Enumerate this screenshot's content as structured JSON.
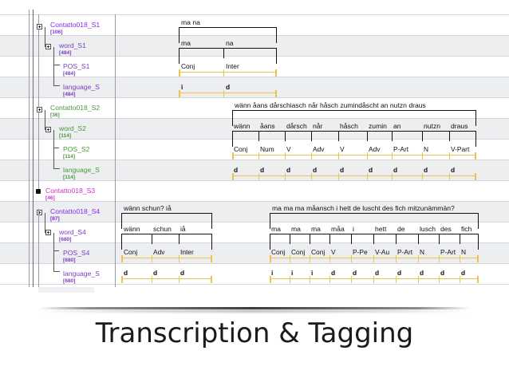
{
  "slide": {
    "caption": "Transcription & Tagging"
  },
  "elan": {
    "tiers": [
      {
        "name": "Contatto018_S1",
        "count": "[106]",
        "color": "purple",
        "depth": 0
      },
      {
        "name": "word_S1",
        "count": "[484]",
        "color": "purple",
        "depth": 1
      },
      {
        "name": "POS_S1",
        "count": "[484]",
        "color": "purple",
        "depth": 2
      },
      {
        "name": "language_S",
        "count": "[484]",
        "color": "purple",
        "depth": 2
      },
      {
        "name": "Contatto018_S2",
        "count": "[36]",
        "color": "green",
        "depth": 0
      },
      {
        "name": "word_S2",
        "count": "[114]",
        "color": "green",
        "depth": 1
      },
      {
        "name": "POS_S2",
        "count": "[114]",
        "color": "green",
        "depth": 2
      },
      {
        "name": "language_S",
        "count": "[114]",
        "color": "green",
        "depth": 2
      },
      {
        "name": "Contatto018_S3",
        "count": "[46]",
        "color": "magenta",
        "depth": 0
      },
      {
        "name": "Contatto018_S4",
        "count": "[87]",
        "color": "purple",
        "depth": 0
      },
      {
        "name": "word_S4",
        "count": "[680]",
        "color": "purple",
        "depth": 1
      },
      {
        "name": "POS_S4",
        "count": "[680]",
        "color": "purple",
        "depth": 2
      },
      {
        "name": "language_S",
        "count": "[680]",
        "color": "purple",
        "depth": 2
      }
    ],
    "annotations": {
      "s1": {
        "sentence": "ma na",
        "words": [
          "ma",
          "na"
        ],
        "pos": [
          "Conj",
          "Inter"
        ],
        "language": [
          "i",
          "d"
        ]
      },
      "s2": {
        "sentence": "wänn åans dårschiasch når håsch zumindåscht an nutzn draus",
        "words": [
          "wänn",
          "åans",
          "dårsch",
          "når",
          "håsch",
          "zumin",
          "an",
          "nutzn",
          "draus"
        ],
        "pos": [
          "Conj",
          "Num",
          "V",
          "Adv",
          "V",
          "Adv",
          "P-Art",
          "N",
          "V-Part"
        ],
        "language": [
          "d",
          "d",
          "d",
          "d",
          "d",
          "d",
          "d",
          "d",
          "d"
        ]
      },
      "s4a": {
        "sentence": "wänn schun? iå",
        "words": [
          "wänn",
          "schun",
          "iå"
        ],
        "pos": [
          "Conj",
          "Adv",
          "Inter"
        ],
        "language": [
          "d",
          "d",
          "d"
        ]
      },
      "s4b": {
        "sentence": "ma ma ma måansch i hett de luscht des fich mitzunämmän?",
        "words": [
          "ma",
          "ma",
          "ma",
          "måa",
          "i",
          "hett",
          "de",
          "lusch",
          "des",
          "fich"
        ],
        "pos": [
          "Conj",
          "Conj",
          "Conj",
          "V",
          "P-Pe",
          "V-Au",
          "P-Art",
          "N",
          "P-Art",
          "N"
        ],
        "language": [
          "i",
          "i",
          "i",
          "d",
          "d",
          "d",
          "d",
          "d",
          "d",
          "d"
        ]
      }
    },
    "colors": {
      "tier_purple": "#8A2BE2",
      "tier_green": "#4a9a3c",
      "tier_magenta": "#cc33cc",
      "annotation_black": "#111111",
      "annotation_yellow": "#f0c24b",
      "row_stripe": "#eceef0"
    }
  }
}
